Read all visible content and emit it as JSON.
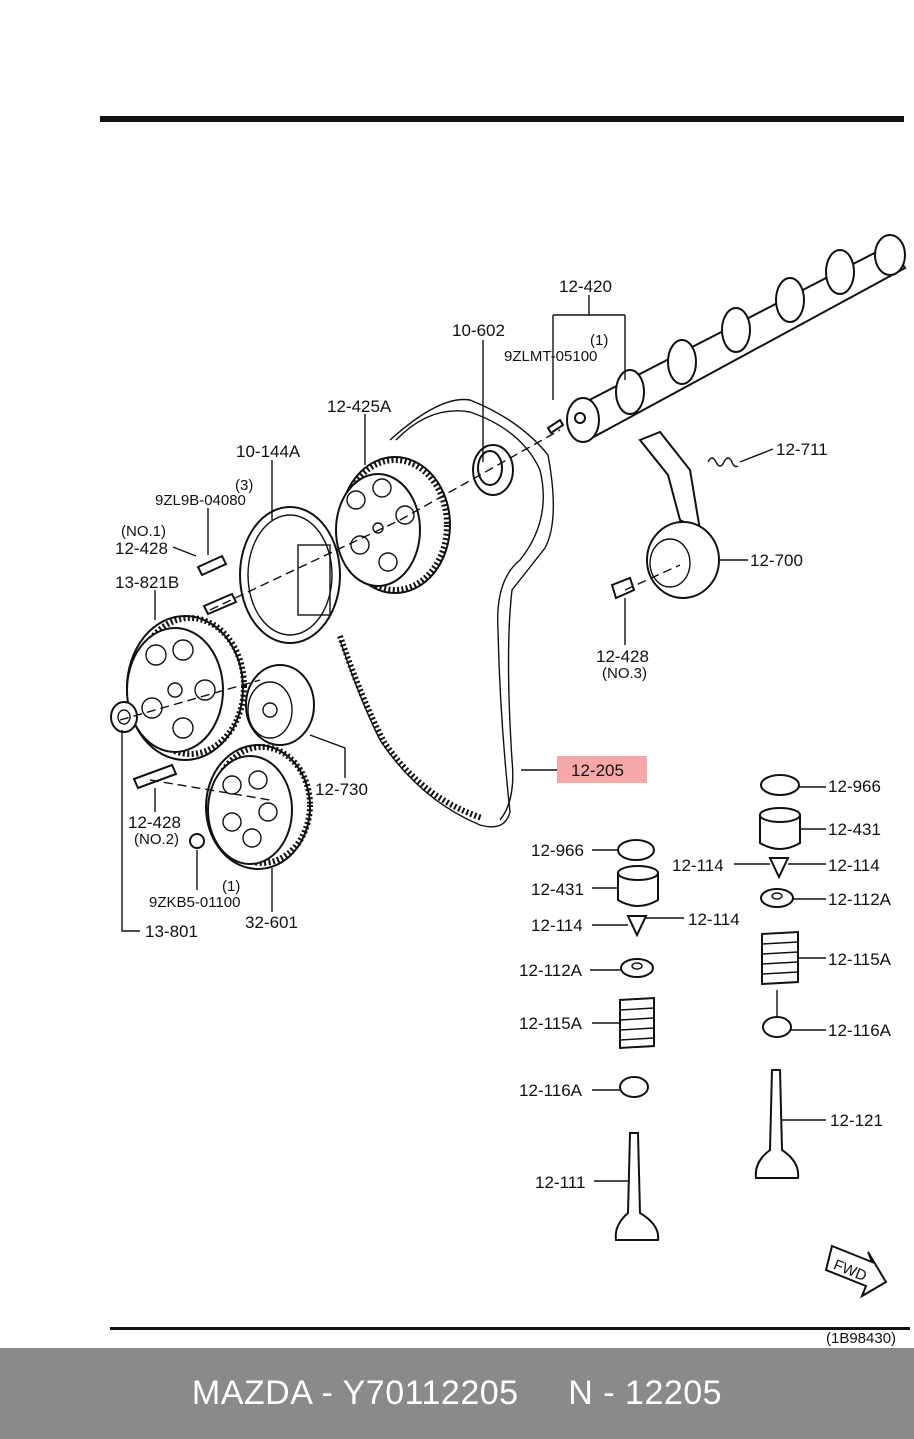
{
  "diagram": {
    "reference_code": "(1B98430)",
    "direction_marker": "FWD",
    "highlight_color": "#f4a9a8",
    "highlighted_part": "12-205",
    "labels": {
      "p12_420": "12-420",
      "p10_602": "10-602",
      "p9zlmt": "9ZLMT-05100",
      "qty_9zlmt": "(1)",
      "p12_425a": "12-425A",
      "p12_711": "12-711",
      "p10_144a": "10-144A",
      "qty_9zl9b": "(3)",
      "p9zl9b": "9ZL9B-04080",
      "no1": "(NO.1)",
      "p12_428_a": "12-428",
      "p13_821b": "13-821B",
      "p12_700": "12-700",
      "p12_428_b": "12-428",
      "no3": "(NO.3)",
      "p12_205": "12-205",
      "p12_730": "12-730",
      "p12_428_c": "12-428",
      "no2": "(NO.2)",
      "qty_9zkb5": "(1)",
      "p9zkb5": "9ZKB5-01100",
      "p13_801": "13-801",
      "p32_601": "32-601",
      "p12_966_l": "12-966",
      "p12_431_l": "12-431",
      "p12_114_l1": "12-114",
      "p12_114_l2": "12-114",
      "p12_112a_l": "12-112A",
      "p12_115a_l": "12-115A",
      "p12_116a_l": "12-116A",
      "p12_111": "12-111",
      "p12_966_r": "12-966",
      "p12_431_r": "12-431",
      "p12_114_r1": "12-114",
      "p12_114_r2": "12-114",
      "p12_112a_r": "12-112A",
      "p12_115a_r": "12-115A",
      "p12_116a_r": "12-116A",
      "p12_121": "12-121"
    }
  },
  "footer": {
    "brand": "MAZDA",
    "part_number": "Y70112205",
    "catalog_ref": "N - 12205",
    "text": "MAZDA - Y70112205     N - 12205",
    "background": "#8a8a8a",
    "text_color": "#ffffff"
  }
}
